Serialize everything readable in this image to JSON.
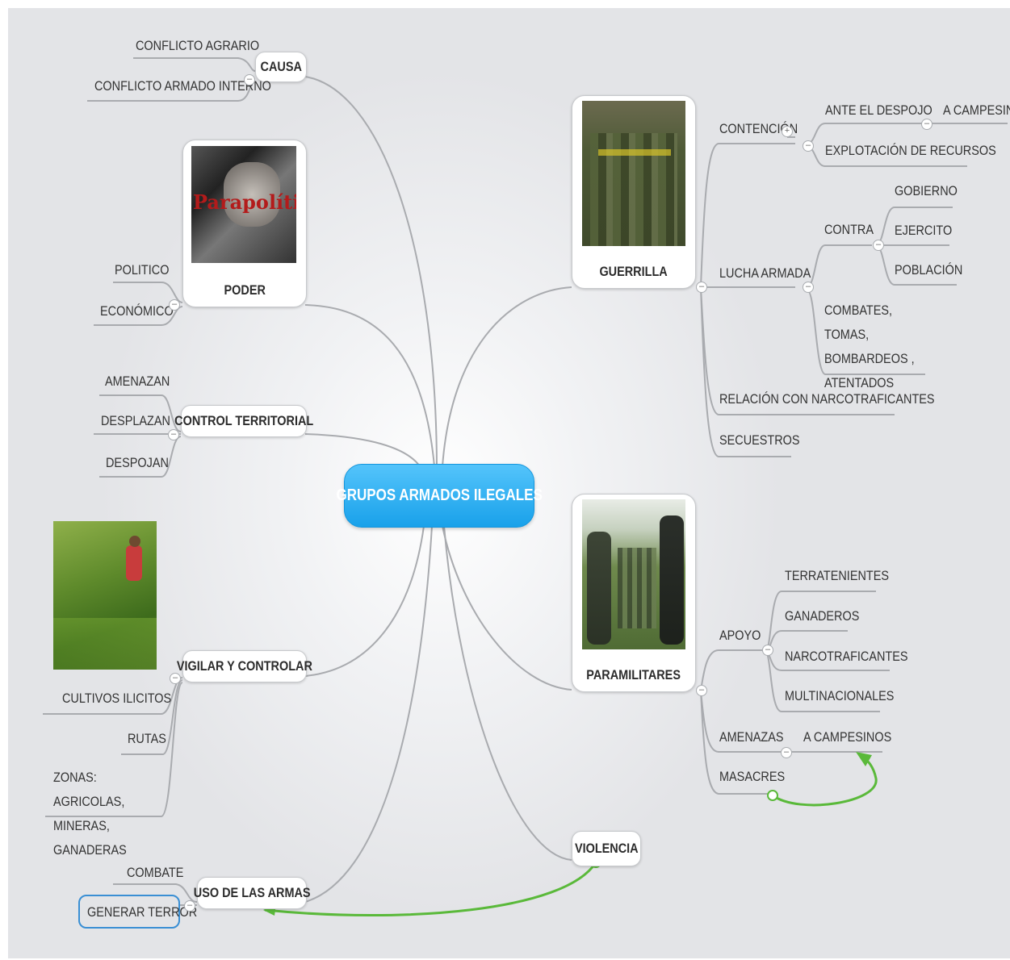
{
  "central": "GRUPOS ARMADOS ILEGALES",
  "causa": {
    "label": "CAUSA",
    "items": [
      "CONFLICTO AGRARIO",
      "CONFLICTO ARMADO INTERNO"
    ]
  },
  "poder": {
    "label": "PODER",
    "image_text": "Parapolítica",
    "items": [
      "POLITICO",
      "ECONÓMICO"
    ]
  },
  "control": {
    "label": "CONTROL TERRITORIAL",
    "items": [
      "AMENAZAN",
      "DESPLAZAN",
      "DESPOJAN"
    ]
  },
  "vigilar": {
    "label": "VIGILAR Y CONTROLAR",
    "items": [
      "CULTIVOS ILICITOS",
      "RUTAS",
      "ZONAS: AGRICOLAS, MINERAS, GANADERAS"
    ]
  },
  "uso": {
    "label": "USO DE LAS ARMAS",
    "items": [
      "COMBATE",
      "GENERAR TERROR"
    ]
  },
  "violencia": {
    "label": "VIOLENCIA"
  },
  "guerrilla": {
    "label": "GUERRILLA",
    "contencion": {
      "label": "CONTENCIÓN",
      "ante": "ANTE EL DESPOJO",
      "a_campesinos": "A CAMPESINOS",
      "explotacion": "EXPLOTACIÓN DE RECURSOS"
    },
    "lucha": {
      "label": "LUCHA ARMADA",
      "contra": "CONTRA",
      "contra_items": [
        "GOBIERNO",
        "EJERCITO",
        "POBLACIÓN"
      ],
      "combates": "COMBATES, TOMAS, BOMBARDEOS , ATENTADOS"
    },
    "relacion": "RELACIÓN CON NARCOTRAFICANTES",
    "secuestros": "SECUESTROS"
  },
  "paramilitares": {
    "label": "PARAMILITARES",
    "apoyo": {
      "label": "APOYO",
      "items": [
        "TERRATENIENTES",
        "GANADEROS",
        "NARCOTRAFICANTES",
        "MULTINACIONALES"
      ]
    },
    "amenazas": {
      "label": "AMENAZAS",
      "target": "A CAMPESINOS"
    },
    "masacres": "MASACRES"
  },
  "colors": {
    "central": "#1ba2ea",
    "relation": "#5ab93a",
    "line": "#a9abaf",
    "selection": "#3a8fd4"
  }
}
